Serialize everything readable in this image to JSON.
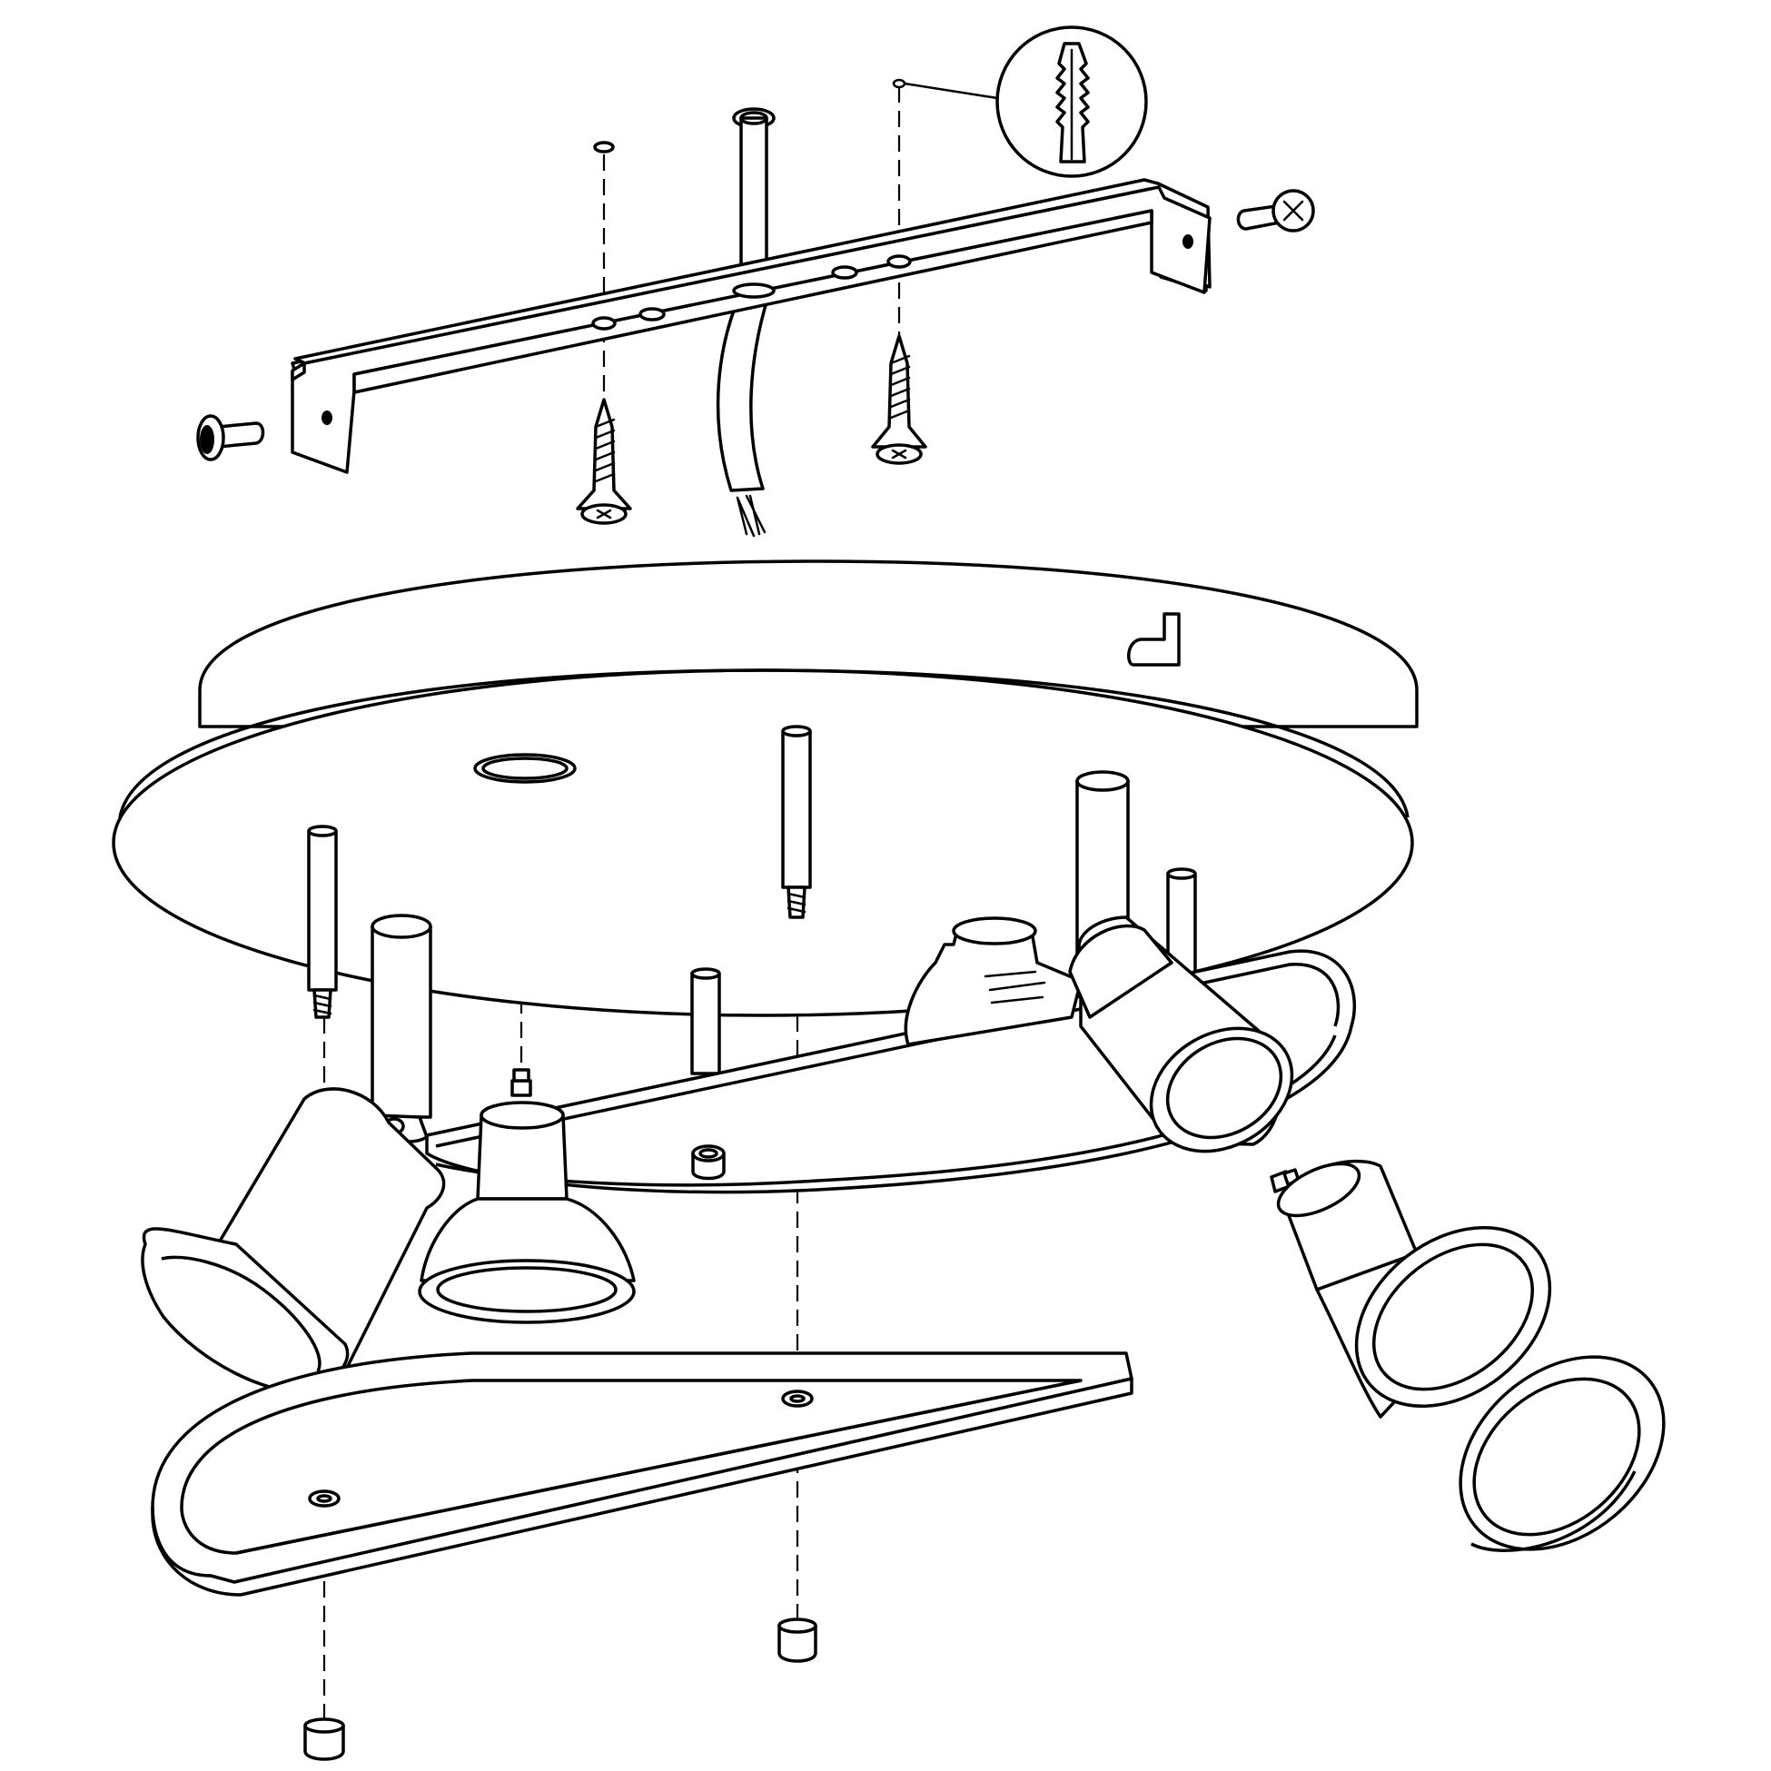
{
  "diagram": {
    "kind": "exploded assembly drawing",
    "line_color": "#000000",
    "background_color": "#ffffff",
    "components": [
      "mounting-bracket",
      "wall-plug-detail",
      "wall-plug",
      "bracket-screw",
      "mounting-screw",
      "power-cable",
      "ceiling-canopy",
      "threaded-rod",
      "spotlight-arm",
      "spotlight-head",
      "gu10-bulb",
      "bulb-retaining-ring",
      "cover-plate",
      "cap-nut"
    ]
  }
}
